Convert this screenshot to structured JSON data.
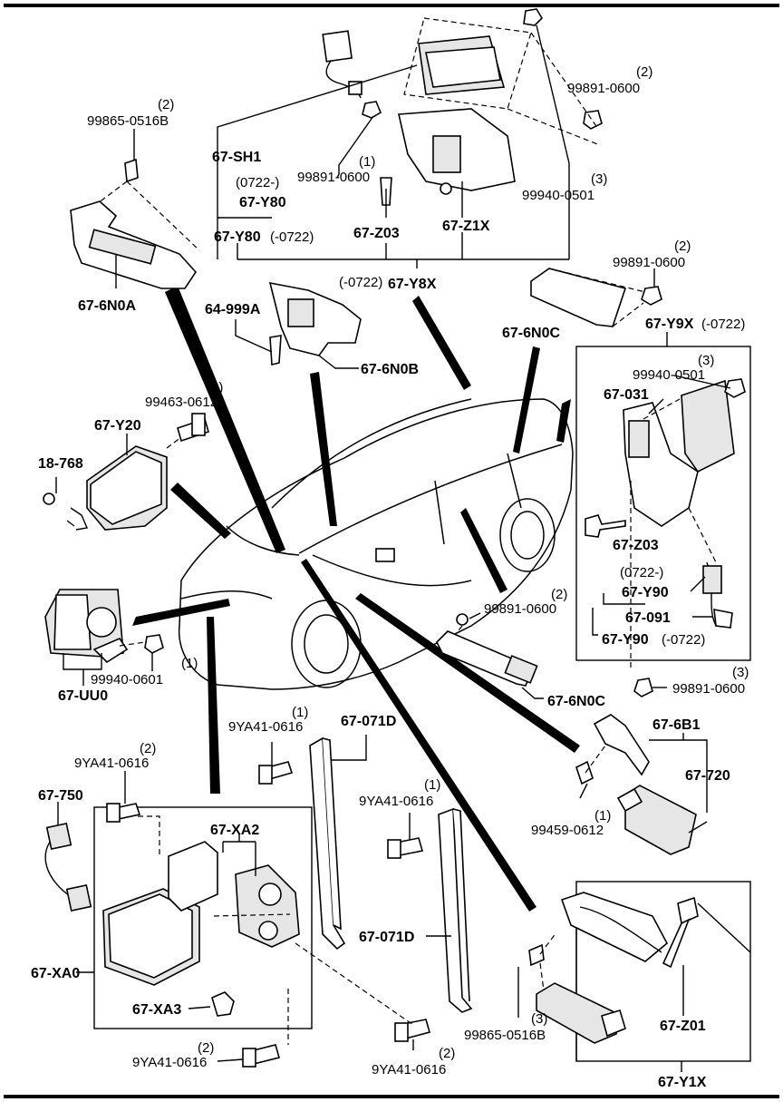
{
  "labels": {
    "p99865_0516B_top": "99865-0516B",
    "q2_a": "(2)",
    "p67_SH1": "67-SH1",
    "p0722_a": "(0722-)",
    "p67_Y80": "67-Y80",
    "p67_Y80_0722": "67-Y80",
    "m0722_a": "(-0722)",
    "p99891_0600_mid": "99891-0600",
    "q1_a": "(1)",
    "p67_Z03_top": "67-Z03",
    "p67_Z1X": "67-Z1X",
    "p99891_0600_tr": "99891-0600",
    "q2_b": "(2)",
    "p99940_0501_top": "99940-0501",
    "q3_a": "(3)",
    "p67_6N0A": "67-6N0A",
    "m0722_b": "(-0722)",
    "p67_Y8X": "67-Y8X",
    "p64_999A": "64-999A",
    "p67_6N0B": "67-6N0B",
    "p67_6N0C_top": "67-6N0C",
    "p99891_0600_r": "99891-0600",
    "q2_c": "(2)",
    "p67_Y9X": "67-Y9X",
    "m0722_c": "(-0722)",
    "q3_b": "(3)",
    "p99940_0501_box": "99940-0501",
    "p67_031": "67-031",
    "p99463_0612": "99463-0612",
    "q2_d": "(2)",
    "p67_Y20": "67-Y20",
    "p18_768": "18-768",
    "p67_Z03_box": "67-Z03",
    "p0722_b": "(0722-)",
    "p67_Y90": "67-Y90",
    "p67_091": "67-091",
    "p67_Y90_0722": "67-Y90",
    "m0722_d": "(-0722)",
    "p99891_0600_car": "99891-0600",
    "q2_e": "(2)",
    "p99940_0601": "99940-0601",
    "q1_b": "(1)",
    "p67_UU0": "67-UU0",
    "p67_6N0C_mid": "67-6N0C",
    "p99891_0600_bot": "99891-0600",
    "q3_c": "(3)",
    "p9YA41_0616_a": "9YA41-0616",
    "q1_c": "(1)",
    "p67_071D_top": "67-071D",
    "p67_6B1": "67-6B1",
    "p9YA41_0616_b": "9YA41-0616",
    "q2_f": "(2)",
    "p67_720": "67-720",
    "p67_750": "67-750",
    "p9YA41_0616_c": "9YA41-0616",
    "q1_d": "(1)",
    "p99459_0612": "99459-0612",
    "q1_e": "(1)",
    "p67_XA2": "67-XA2",
    "p67_071D_bot": "67-071D",
    "p67_XA0": "67-XA0",
    "p67_XA3": "67-XA3",
    "p99865_0516B_bot": "99865-0516B",
    "q3_d": "(3)",
    "p67_Z01": "67-Z01",
    "q2_g": "(2)",
    "p9YA41_0616_d": "9YA41-0616",
    "q2_h": "(2)",
    "p9YA41_0616_e": "9YA41-0616",
    "p67_Y1X": "67-Y1X"
  }
}
